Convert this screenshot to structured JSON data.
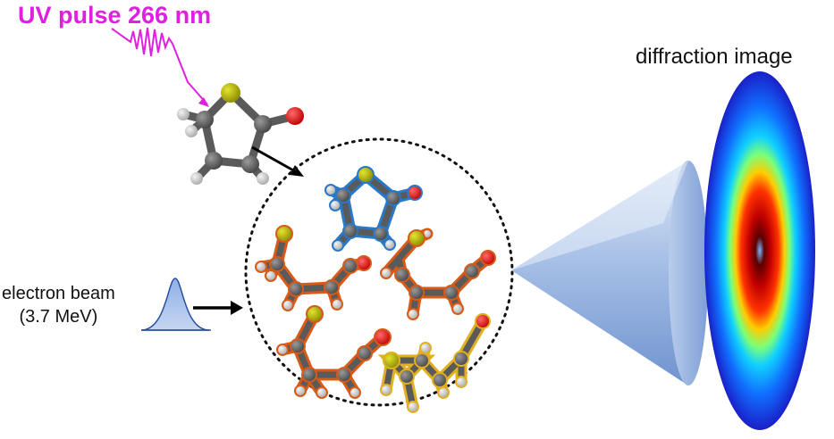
{
  "labels": {
    "uv_pulse": "UV pulse 266 nm",
    "diffraction": "diffraction image",
    "electron_beam": "electron beam",
    "beam_energy": "(3.7 MeV)"
  },
  "colors": {
    "uv": "#e020e0",
    "carbon": "#5a5a5a",
    "sulfur": "#a8a800",
    "oxygen": "#ee1111",
    "hydrogen": "#cccccc",
    "ring_molecule": "#2a78c8",
    "open_molecule": "#d85a18",
    "cyclic_sulfide": "#e0b020",
    "cone": "#8fb0e0",
    "beam_profile": "#2a4fa0"
  },
  "molecule_groups": [
    "thiophenone-ring",
    "ring-opened-1",
    "ring-opened-2",
    "ring-opened-3",
    "episulfide"
  ]
}
